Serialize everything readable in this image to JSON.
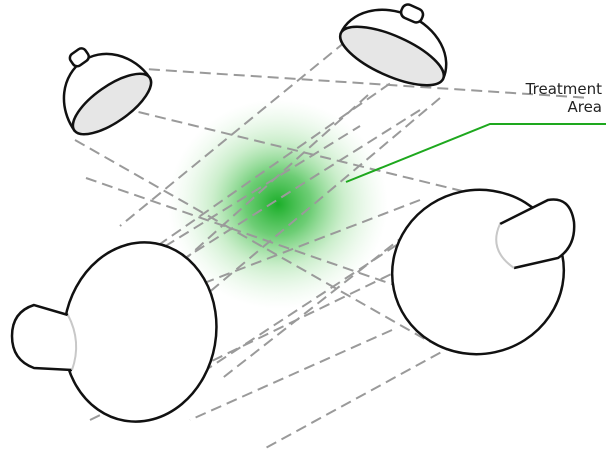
{
  "callout": {
    "line1": "Treatment",
    "line2": "Area"
  },
  "colors": {
    "highlight": "#1ea81e",
    "outline": "#111111",
    "beam": "#9a9a9a",
    "lamp_face": "#e6e6e6"
  },
  "components": {
    "lamps": [
      "lamp-top-left",
      "lamp-top-right",
      "lamp-bottom-left",
      "lamp-bottom-right"
    ]
  }
}
